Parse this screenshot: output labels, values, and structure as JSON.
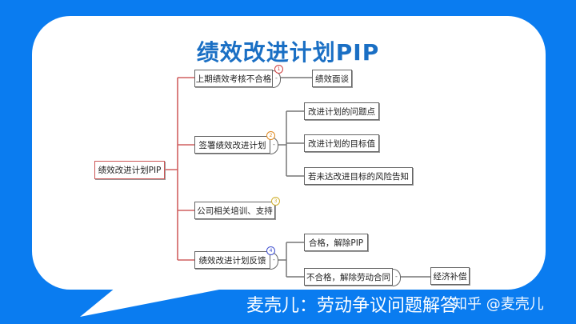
{
  "title": "绩效改进计划PIP",
  "root": "绩效改进计划PIP",
  "branches": [
    {
      "label": "上期绩效考核不合格",
      "badge": "1",
      "badge_color": "#d04040",
      "children": [
        "绩效面谈"
      ]
    },
    {
      "label": "签署绩效改进计划",
      "badge": "2",
      "badge_color": "#e08a20",
      "children": [
        "改进计划的问题点",
        "改进计划的目标值",
        "若未达改进目标的风险告知"
      ]
    },
    {
      "label": "公司相关培训、支持",
      "badge": "3",
      "badge_color": "#d0b030"
    },
    {
      "label": "绩效改进计划反馈",
      "badge": "4",
      "badge_color": "#4050d0",
      "children": [
        "合格，解除PIP",
        "不合格，解除劳动合同"
      ],
      "grandchild": "经济补偿"
    }
  ],
  "collapse_symbol": "-",
  "caption": "麦壳儿：劳动争议问题解答",
  "watermark": "知乎 @麦壳儿",
  "colors": {
    "background": "#0a7cf0",
    "title": "#1a6fc4",
    "trunk": "#d06060"
  }
}
